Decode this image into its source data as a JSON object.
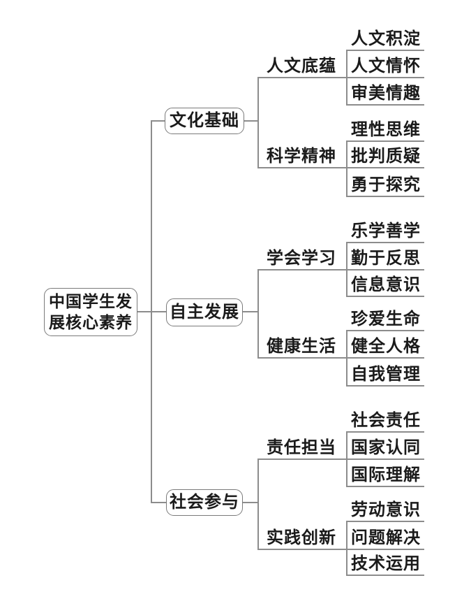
{
  "diagram": {
    "title": "中国学生发展核心素养",
    "root": {
      "label": "中国学生发展核心素养",
      "lines": [
        "中国学生发",
        "展核心素养"
      ]
    },
    "branches": [
      {
        "label": "文化基础",
        "groups": [
          {
            "label": "人文底蕴",
            "children": [
              "人文积淀",
              "人文情怀",
              "审美情趣"
            ]
          },
          {
            "label": "科学精神",
            "children": [
              "理性思维",
              "批判质疑",
              "勇于探究"
            ]
          }
        ]
      },
      {
        "label": "自主发展",
        "groups": [
          {
            "label": "学会学习",
            "children": [
              "乐学善学",
              "勤于反思",
              "信息意识"
            ]
          },
          {
            "label": "健康生活",
            "children": [
              "珍爱生命",
              "健全人格",
              "自我管理"
            ]
          }
        ]
      },
      {
        "label": "社会参与",
        "groups": [
          {
            "label": "责任担当",
            "children": [
              "社会责任",
              "国家认同",
              "国际理解"
            ]
          },
          {
            "label": "实践创新",
            "children": [
              "劳动意识",
              "问题解决",
              "技术运用"
            ]
          }
        ]
      }
    ],
    "colors": {
      "line": "#8c8c8c",
      "box_border": "#7a7a7a",
      "text": "#1a1a1a",
      "background": "#ffffff"
    }
  }
}
